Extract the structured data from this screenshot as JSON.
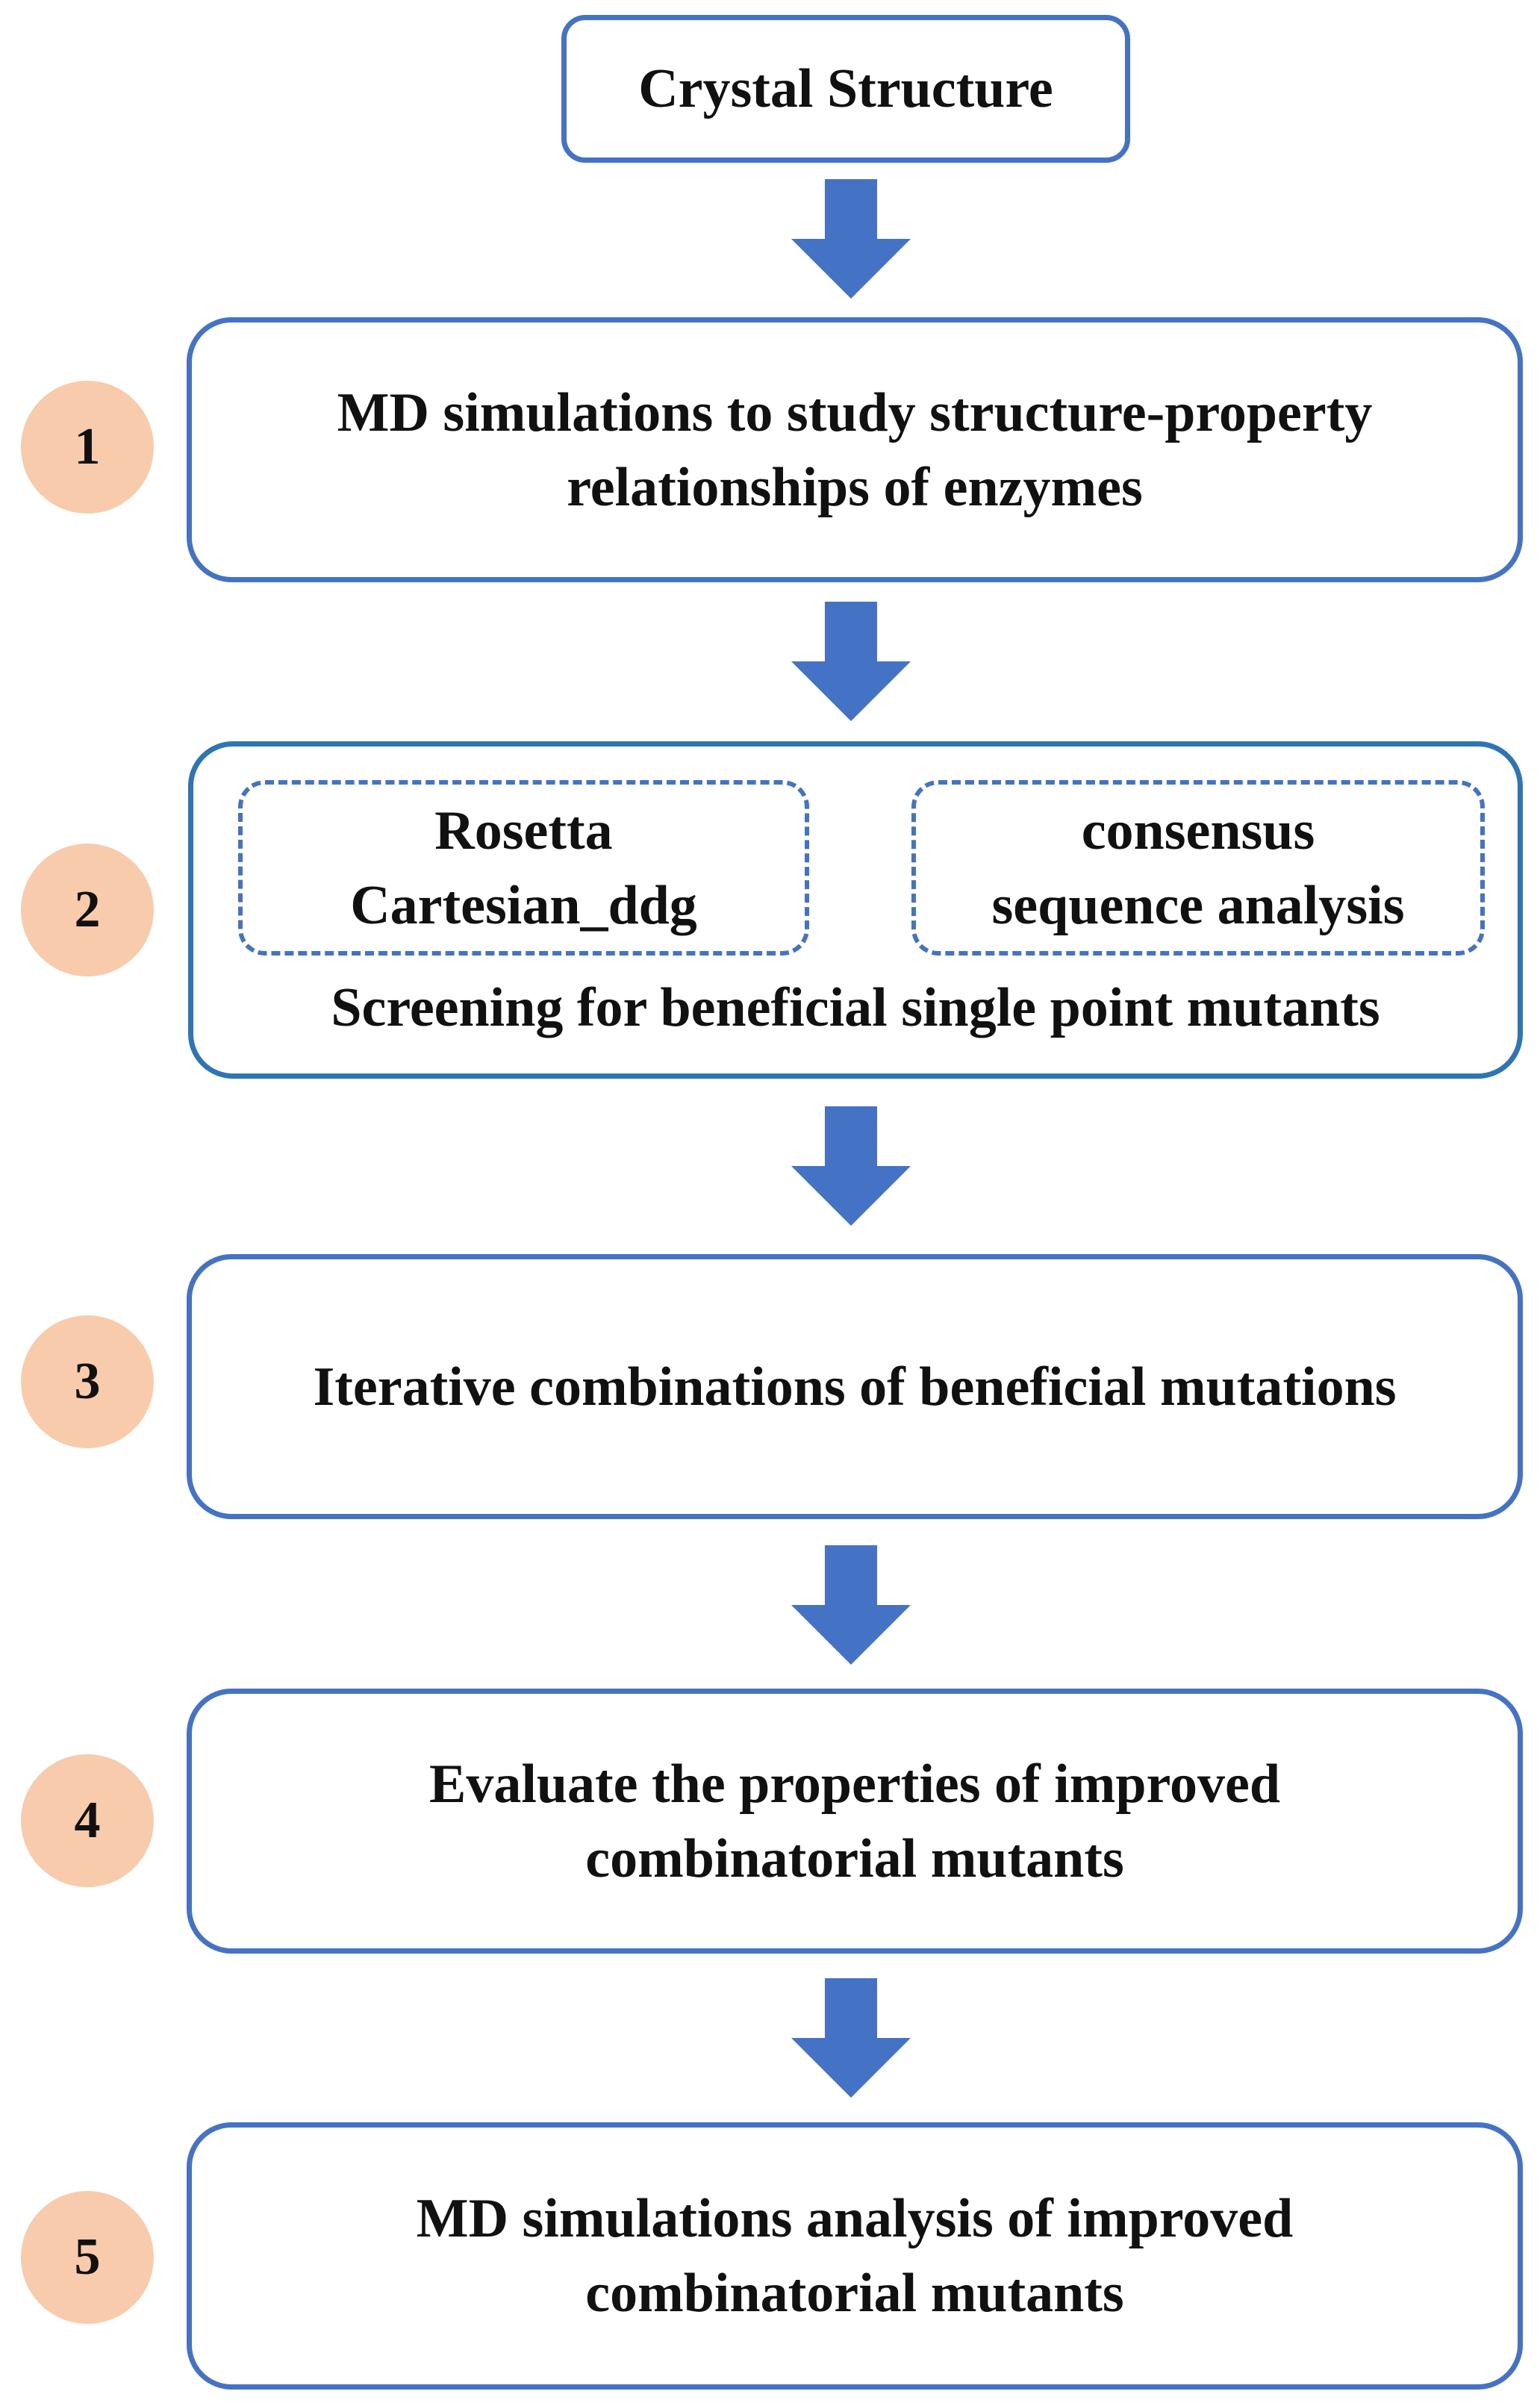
{
  "diagram": {
    "top": {
      "label": "Crystal Structure"
    },
    "steps": [
      {
        "number": "1",
        "label": "MD simulations to study structure-property\nrelationships of enzymes"
      },
      {
        "number": "2",
        "methods": [
          {
            "label": "Rosetta\nCartesian_ddg"
          },
          {
            "label": "consensus\nsequence analysis"
          }
        ],
        "caption": "Screening for beneficial single point mutants"
      },
      {
        "number": "3",
        "label": "Iterative combinations of beneficial mutations"
      },
      {
        "number": "4",
        "label": "Evaluate the properties of improved\ncombinatorial mutants"
      },
      {
        "number": "5",
        "label": "MD simulations analysis of improved\ncombinatorial mutants"
      }
    ],
    "colors": {
      "box_border": "#4472c4",
      "step2_border": "#2e75b6",
      "arrow_fill": "#4472c4",
      "badge_fill": "#f8cbad"
    },
    "icons": {
      "arrow": "down-arrow-icon"
    }
  }
}
